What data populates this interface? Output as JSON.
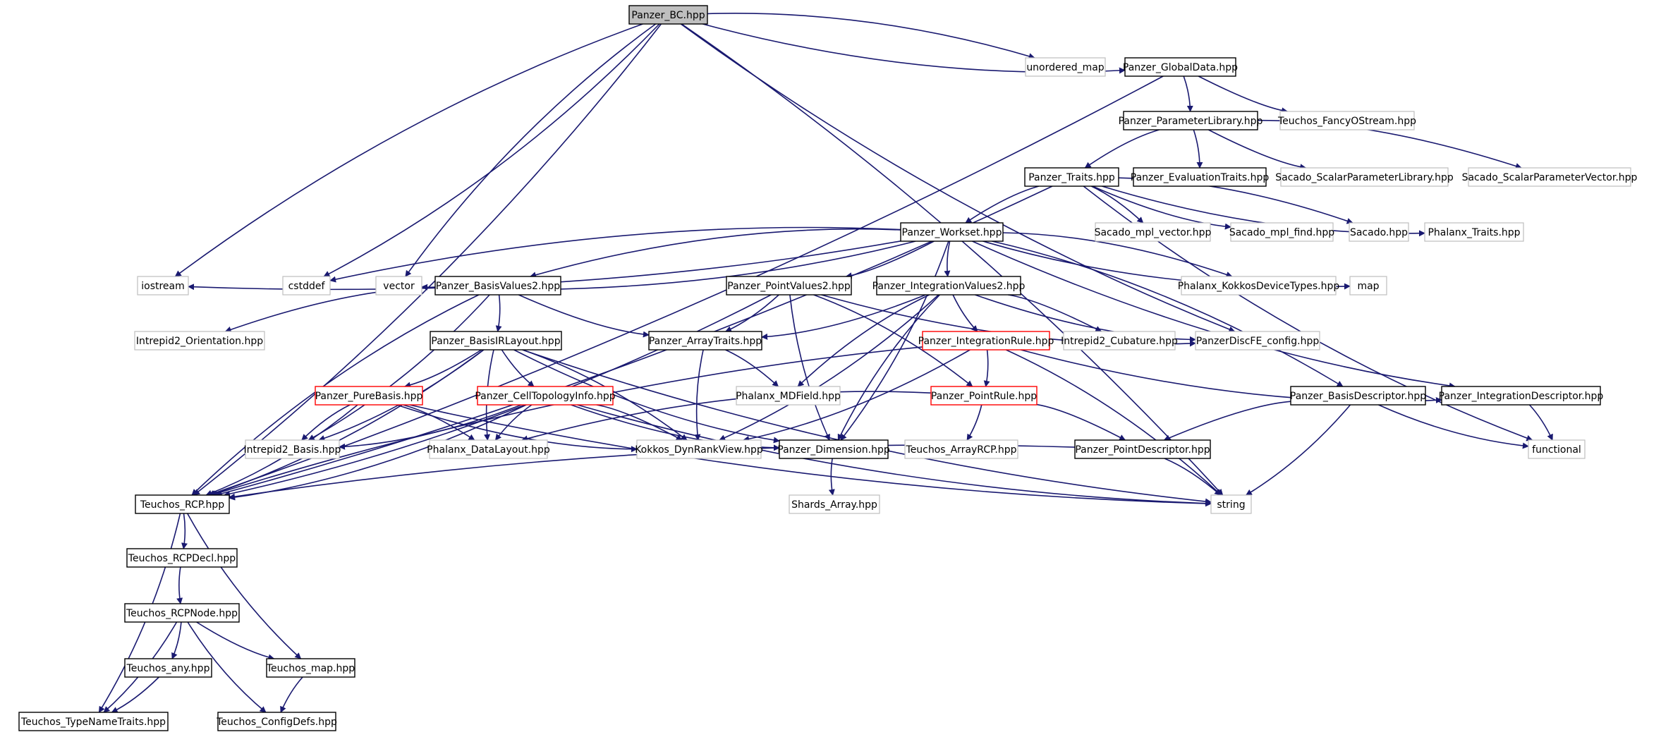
{
  "graph": {
    "colors": {
      "edge": "#191970",
      "documented_border": "#000000",
      "undocumented_border": "#bfbfbf",
      "incomplete_border": "#ff0000",
      "root_fill": "#bfbfbf",
      "node_fill": "#ffffff"
    },
    "nodes": [
      {
        "id": "panzer_bc",
        "label": "Panzer_BC.hpp",
        "kind": "root"
      },
      {
        "id": "unordered_map",
        "label": "unordered_map",
        "kind": "external"
      },
      {
        "id": "panzer_globaldata",
        "label": "Panzer_GlobalData.hpp",
        "kind": "documented"
      },
      {
        "id": "teuchos_fancyostream",
        "label": "Teuchos_FancyOStream.hpp",
        "kind": "external"
      },
      {
        "id": "panzer_parameterlibrary",
        "label": "Panzer_ParameterLibrary.hpp",
        "kind": "documented"
      },
      {
        "id": "panzer_traits",
        "label": "Panzer_Traits.hpp",
        "kind": "documented"
      },
      {
        "id": "panzer_evaluationtraits",
        "label": "Panzer_EvaluationTraits.hpp",
        "kind": "documented"
      },
      {
        "id": "sacado_scalarparameterlibrary",
        "label": "Sacado_ScalarParameterLibrary.hpp",
        "kind": "external"
      },
      {
        "id": "sacado_scalarparametervector",
        "label": "Sacado_ScalarParameterVector.hpp",
        "kind": "external"
      },
      {
        "id": "panzer_workset",
        "label": "Panzer_Workset.hpp",
        "kind": "documented"
      },
      {
        "id": "sacado_mpl_vector",
        "label": "Sacado_mpl_vector.hpp",
        "kind": "external"
      },
      {
        "id": "sacado_mpl_find",
        "label": "Sacado_mpl_find.hpp",
        "kind": "external"
      },
      {
        "id": "sacado",
        "label": "Sacado.hpp",
        "kind": "external"
      },
      {
        "id": "phalanx_traits",
        "label": "Phalanx_Traits.hpp",
        "kind": "external"
      },
      {
        "id": "iostream",
        "label": "iostream",
        "kind": "external"
      },
      {
        "id": "cstddef",
        "label": "cstddef",
        "kind": "external"
      },
      {
        "id": "vector",
        "label": "vector",
        "kind": "external"
      },
      {
        "id": "panzer_basisvalues2",
        "label": "Panzer_BasisValues2.hpp",
        "kind": "documented"
      },
      {
        "id": "panzer_pointvalues2",
        "label": "Panzer_PointValues2.hpp",
        "kind": "documented"
      },
      {
        "id": "panzer_integrationvalues2",
        "label": "Panzer_IntegrationValues2.hpp",
        "kind": "documented"
      },
      {
        "id": "phalanx_kokkosdevicetypes",
        "label": "Phalanx_KokkosDeviceTypes.hpp",
        "kind": "external"
      },
      {
        "id": "map",
        "label": "map",
        "kind": "external"
      },
      {
        "id": "intrepid2_orientation",
        "label": "Intrepid2_Orientation.hpp",
        "kind": "external"
      },
      {
        "id": "panzer_basisirlayout",
        "label": "Panzer_BasisIRLayout.hpp",
        "kind": "documented"
      },
      {
        "id": "panzer_arraytraits",
        "label": "Panzer_ArrayTraits.hpp",
        "kind": "documented"
      },
      {
        "id": "panzer_integrationrule",
        "label": "Panzer_IntegrationRule.hpp",
        "kind": "incomplete"
      },
      {
        "id": "intrepid2_cubature",
        "label": "Intrepid2_Cubature.hpp",
        "kind": "external"
      },
      {
        "id": "panzerdiscfe_config",
        "label": "PanzerDiscFE_config.hpp",
        "kind": "external"
      },
      {
        "id": "panzer_purebasis",
        "label": "Panzer_PureBasis.hpp",
        "kind": "incomplete"
      },
      {
        "id": "panzer_celltopologyinfo",
        "label": "Panzer_CellTopologyInfo.hpp",
        "kind": "incomplete"
      },
      {
        "id": "phalanx_mdfield",
        "label": "Phalanx_MDField.hpp",
        "kind": "external"
      },
      {
        "id": "panzer_pointrule",
        "label": "Panzer_PointRule.hpp",
        "kind": "incomplete"
      },
      {
        "id": "panzer_basisdescriptor",
        "label": "Panzer_BasisDescriptor.hpp",
        "kind": "documented"
      },
      {
        "id": "panzer_integrationdescriptor",
        "label": "Panzer_IntegrationDescriptor.hpp",
        "kind": "documented"
      },
      {
        "id": "intrepid2_basis",
        "label": "Intrepid2_Basis.hpp",
        "kind": "external"
      },
      {
        "id": "phalanx_datalayout",
        "label": "Phalanx_DataLayout.hpp",
        "kind": "external"
      },
      {
        "id": "kokkos_dynrankview",
        "label": "Kokkos_DynRankView.hpp",
        "kind": "external"
      },
      {
        "id": "panzer_dimension",
        "label": "Panzer_Dimension.hpp",
        "kind": "documented"
      },
      {
        "id": "teuchos_arrayrcp",
        "label": "Teuchos_ArrayRCP.hpp",
        "kind": "external"
      },
      {
        "id": "panzer_pointdescriptor",
        "label": "Panzer_PointDescriptor.hpp",
        "kind": "documented"
      },
      {
        "id": "functional",
        "label": "functional",
        "kind": "external"
      },
      {
        "id": "teuchos_rcp",
        "label": "Teuchos_RCP.hpp",
        "kind": "documented"
      },
      {
        "id": "string",
        "label": "string",
        "kind": "external"
      },
      {
        "id": "shards_array",
        "label": "Shards_Array.hpp",
        "kind": "external"
      },
      {
        "id": "teuchos_rcpdecl",
        "label": "Teuchos_RCPDecl.hpp",
        "kind": "documented"
      },
      {
        "id": "teuchos_rcpnode",
        "label": "Teuchos_RCPNode.hpp",
        "kind": "documented"
      },
      {
        "id": "teuchos_any",
        "label": "Teuchos_any.hpp",
        "kind": "documented"
      },
      {
        "id": "teuchos_map",
        "label": "Teuchos_map.hpp",
        "kind": "documented"
      },
      {
        "id": "teuchos_typenametraits",
        "label": "Teuchos_TypeNameTraits.hpp",
        "kind": "documented"
      },
      {
        "id": "teuchos_configdefs",
        "label": "Teuchos_ConfigDefs.hpp",
        "kind": "documented"
      }
    ],
    "edges": [
      [
        "panzer_bc",
        "unordered_map"
      ],
      [
        "panzer_bc",
        "panzer_globaldata"
      ],
      [
        "panzer_bc",
        "teuchos_rcp"
      ],
      [
        "panzer_bc",
        "iostream"
      ],
      [
        "panzer_bc",
        "cstddef"
      ],
      [
        "panzer_bc",
        "vector"
      ],
      [
        "panzer_bc",
        "string"
      ],
      [
        "panzer_bc",
        "panzerdiscfe_config"
      ],
      [
        "panzer_globaldata",
        "panzer_parameterlibrary"
      ],
      [
        "panzer_globaldata",
        "teuchos_fancyostream"
      ],
      [
        "panzer_globaldata",
        "teuchos_rcp"
      ],
      [
        "panzer_parameterlibrary",
        "panzer_traits"
      ],
      [
        "panzer_parameterlibrary",
        "panzer_evaluationtraits"
      ],
      [
        "panzer_parameterlibrary",
        "sacado_scalarparameterlibrary"
      ],
      [
        "panzer_parameterlibrary",
        "sacado_scalarparametervector"
      ],
      [
        "panzer_traits",
        "panzer_workset"
      ],
      [
        "panzer_traits",
        "sacado_mpl_vector"
      ],
      [
        "panzer_traits",
        "sacado_mpl_find"
      ],
      [
        "panzer_traits",
        "sacado"
      ],
      [
        "panzer_traits",
        "phalanx_traits"
      ],
      [
        "panzer_traits",
        "teuchos_rcp"
      ],
      [
        "panzer_traits",
        "functional"
      ],
      [
        "panzer_workset",
        "iostream"
      ],
      [
        "panzer_workset",
        "cstddef"
      ],
      [
        "panzer_workset",
        "vector"
      ],
      [
        "panzer_workset",
        "panzer_basisvalues2"
      ],
      [
        "panzer_workset",
        "panzer_pointvalues2"
      ],
      [
        "panzer_workset",
        "panzer_integrationvalues2"
      ],
      [
        "panzer_workset",
        "phalanx_kokkosdevicetypes"
      ],
      [
        "panzer_workset",
        "map"
      ],
      [
        "panzer_workset",
        "panzer_basisdescriptor"
      ],
      [
        "panzer_workset",
        "panzer_integrationdescriptor"
      ],
      [
        "panzer_workset",
        "panzer_dimension"
      ],
      [
        "panzer_basisvalues2",
        "intrepid2_orientation"
      ],
      [
        "panzer_basisvalues2",
        "panzer_basisirlayout"
      ],
      [
        "panzer_basisvalues2",
        "panzer_arraytraits"
      ],
      [
        "panzer_basisvalues2",
        "intrepid2_basis"
      ],
      [
        "panzer_basisvalues2",
        "teuchos_rcp"
      ],
      [
        "panzer_pointvalues2",
        "panzer_arraytraits"
      ],
      [
        "panzer_pointvalues2",
        "panzerdiscfe_config"
      ],
      [
        "panzer_pointvalues2",
        "panzer_pointrule"
      ],
      [
        "panzer_pointvalues2",
        "panzer_dimension"
      ],
      [
        "panzer_pointvalues2",
        "teuchos_rcp"
      ],
      [
        "panzer_integrationvalues2",
        "panzer_integrationrule"
      ],
      [
        "panzer_integrationvalues2",
        "intrepid2_cubature"
      ],
      [
        "panzer_integrationvalues2",
        "panzerdiscfe_config"
      ],
      [
        "panzer_integrationvalues2",
        "panzer_arraytraits"
      ],
      [
        "panzer_integrationvalues2",
        "phalanx_mdfield"
      ],
      [
        "panzer_integrationvalues2",
        "kokkos_dynrankview"
      ],
      [
        "panzer_integrationvalues2",
        "panzer_dimension"
      ],
      [
        "panzer_basisirlayout",
        "panzer_purebasis"
      ],
      [
        "panzer_basisirlayout",
        "panzer_celltopologyinfo"
      ],
      [
        "panzer_basisirlayout",
        "intrepid2_basis"
      ],
      [
        "panzer_basisirlayout",
        "phalanx_datalayout"
      ],
      [
        "panzer_basisirlayout",
        "kokkos_dynrankview"
      ],
      [
        "panzer_basisirlayout",
        "panzer_dimension"
      ],
      [
        "panzer_basisirlayout",
        "teuchos_rcp"
      ],
      [
        "panzer_basisirlayout",
        "string"
      ],
      [
        "panzer_arraytraits",
        "phalanx_mdfield"
      ],
      [
        "panzer_arraytraits",
        "kokkos_dynrankview"
      ],
      [
        "panzer_integrationrule",
        "panzer_pointrule"
      ],
      [
        "panzer_integrationrule",
        "panzer_integrationdescriptor"
      ],
      [
        "panzer_integrationrule",
        "string"
      ],
      [
        "panzer_integrationrule",
        "teuchos_rcp"
      ],
      [
        "panzer_integrationrule",
        "kokkos_dynrankview"
      ],
      [
        "panzer_purebasis",
        "intrepid2_basis"
      ],
      [
        "panzer_purebasis",
        "phalanx_datalayout"
      ],
      [
        "panzer_purebasis",
        "kokkos_dynrankview"
      ],
      [
        "panzer_purebasis",
        "teuchos_rcp"
      ],
      [
        "panzer_purebasis",
        "string"
      ],
      [
        "panzer_celltopologyinfo",
        "intrepid2_basis"
      ],
      [
        "panzer_celltopologyinfo",
        "phalanx_datalayout"
      ],
      [
        "panzer_celltopologyinfo",
        "kokkos_dynrankview"
      ],
      [
        "panzer_celltopologyinfo",
        "panzer_dimension"
      ],
      [
        "panzer_celltopologyinfo",
        "teuchos_rcp"
      ],
      [
        "panzer_celltopologyinfo",
        "string"
      ],
      [
        "panzer_pointrule",
        "teuchos_arrayrcp"
      ],
      [
        "panzer_pointrule",
        "phalanx_datalayout"
      ],
      [
        "panzer_pointrule",
        "panzer_pointdescriptor"
      ],
      [
        "panzer_basisdescriptor",
        "panzer_pointdescriptor"
      ],
      [
        "panzer_basisdescriptor",
        "string"
      ],
      [
        "panzer_basisdescriptor",
        "functional"
      ],
      [
        "panzer_integrationdescriptor",
        "functional"
      ],
      [
        "panzer_dimension",
        "shards_array"
      ],
      [
        "panzer_pointdescriptor",
        "string"
      ],
      [
        "panzer_pointdescriptor",
        "teuchos_rcp"
      ],
      [
        "teuchos_rcp",
        "teuchos_rcpdecl"
      ],
      [
        "teuchos_rcp",
        "teuchos_map"
      ],
      [
        "teuchos_rcp",
        "teuchos_typenametraits"
      ],
      [
        "teuchos_rcpdecl",
        "teuchos_rcpnode"
      ],
      [
        "teuchos_rcpnode",
        "teuchos_any"
      ],
      [
        "teuchos_rcpnode",
        "teuchos_map"
      ],
      [
        "teuchos_rcpnode",
        "teuchos_typenametraits"
      ],
      [
        "teuchos_rcpnode",
        "teuchos_configdefs"
      ],
      [
        "teuchos_any",
        "teuchos_typenametraits"
      ],
      [
        "teuchos_map",
        "teuchos_configdefs"
      ]
    ]
  }
}
